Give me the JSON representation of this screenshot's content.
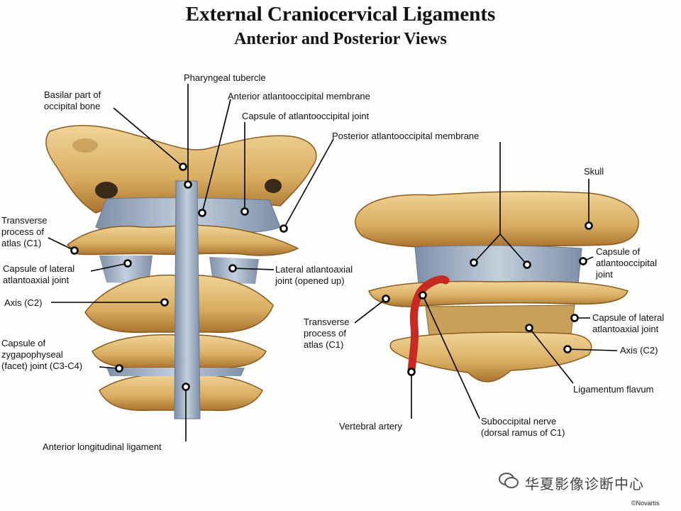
{
  "title": "External Craniocervical Ligaments",
  "subtitle": "Anterior and Posterior Views",
  "labels": {
    "basilar": [
      "Basilar part of",
      "occipital bone"
    ],
    "pharyngeal": "Pharyngeal tubercle",
    "ant_membrane": "Anterior atlantooccipital membrane",
    "capsule_ao": "Capsule of atlantooccipital joint",
    "post_membrane": "Posterior atlantooccipital membrane",
    "skull": "Skull",
    "transverse_left": [
      "Transverse",
      "process of",
      "atlas (C1)"
    ],
    "capsule_lat_left": [
      "Capsule of lateral",
      "atlantoaxial joint"
    ],
    "lat_aa_joint": [
      "Lateral atlantoaxial",
      "joint (opened up)"
    ],
    "axis_left": "Axis (C2)",
    "capsule_zyg": [
      "Capsule of",
      "zygapophyseal",
      "(facet) joint (C3-C4)"
    ],
    "ant_long": "Anterior longitudinal ligament",
    "capsule_ao_right": [
      "Capsule of",
      "atlantooccipital",
      "joint"
    ],
    "transverse_right": [
      "Transverse",
      "process of",
      "atlas (C1)"
    ],
    "capsule_lat_right": [
      "Capsule of lateral",
      "atlantoaxial joint"
    ],
    "axis_right": "Axis (C2)",
    "lig_flavum": "Ligamentum flavum",
    "vert_artery": "Vertebral artery",
    "subocc": [
      "Suboccipital nerve",
      "(dorsal ramus of C1)"
    ]
  },
  "watermark": "华夏影像诊断中心",
  "credit": "©Novartis",
  "colors": {
    "bone": "#d9ad62",
    "bone_dark": "#9a6a2a",
    "ligament": "#9fb0c6",
    "artery": "#c62a22"
  }
}
